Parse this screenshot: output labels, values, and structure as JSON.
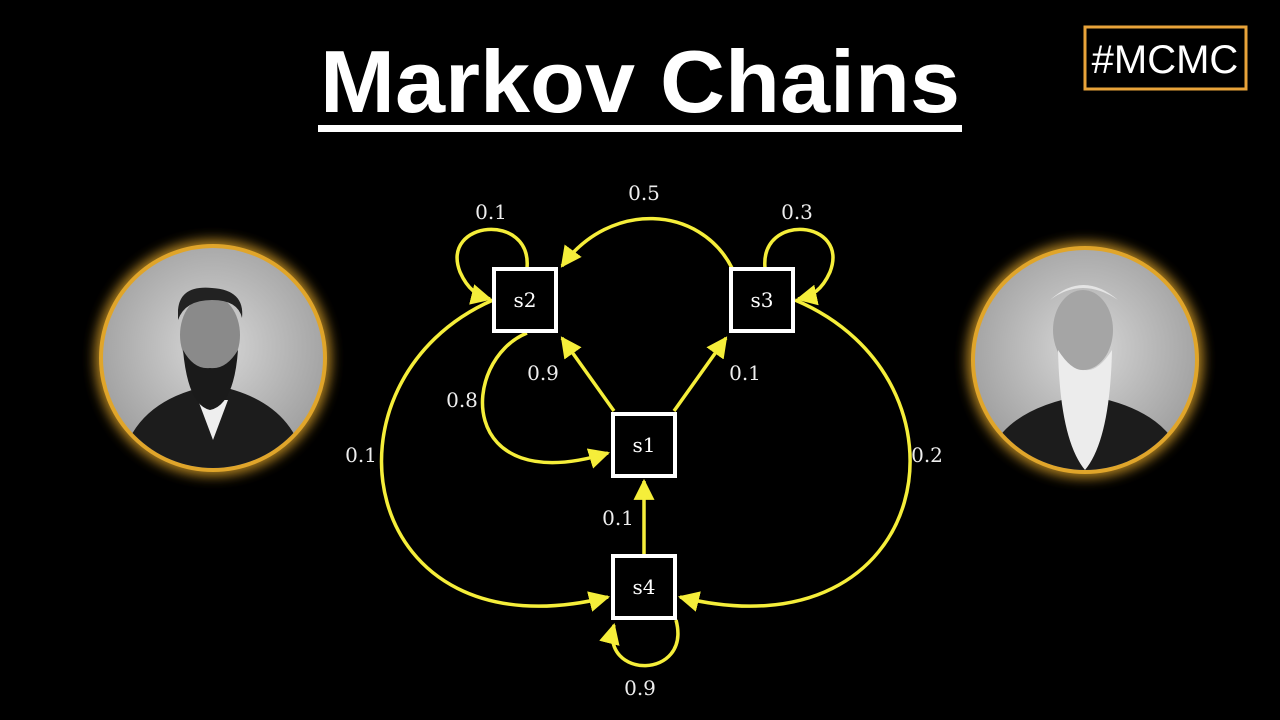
{
  "title": "Markov Chains",
  "tag": "#MCMC",
  "colors": {
    "background": "#000000",
    "edge": "#f5ee3a",
    "node_border": "#ffffff",
    "tag_border": "#e8a33a",
    "portrait_ring": "#e0a52a"
  },
  "nodes": [
    {
      "id": "s1",
      "label": "s1"
    },
    {
      "id": "s2",
      "label": "s2"
    },
    {
      "id": "s3",
      "label": "s3"
    },
    {
      "id": "s4",
      "label": "s4"
    }
  ],
  "edges": [
    {
      "from": "s2",
      "to": "s2",
      "label": "0.1"
    },
    {
      "from": "s3",
      "to": "s2",
      "label": "0.5"
    },
    {
      "from": "s3",
      "to": "s3",
      "label": "0.3"
    },
    {
      "from": "s1",
      "to": "s2",
      "label": "0.9"
    },
    {
      "from": "s1",
      "to": "s3",
      "label": "0.1"
    },
    {
      "from": "s2",
      "to": "s1",
      "label": "0.8"
    },
    {
      "from": "s2",
      "to": "s4",
      "label": "0.1"
    },
    {
      "from": "s3",
      "to": "s4",
      "label": "0.2"
    },
    {
      "from": "s4",
      "to": "s1",
      "label": "0.1"
    },
    {
      "from": "s4",
      "to": "s4",
      "label": "0.9"
    }
  ],
  "portraits": [
    "bearded-man-portrait-left",
    "bearded-man-portrait-right"
  ]
}
